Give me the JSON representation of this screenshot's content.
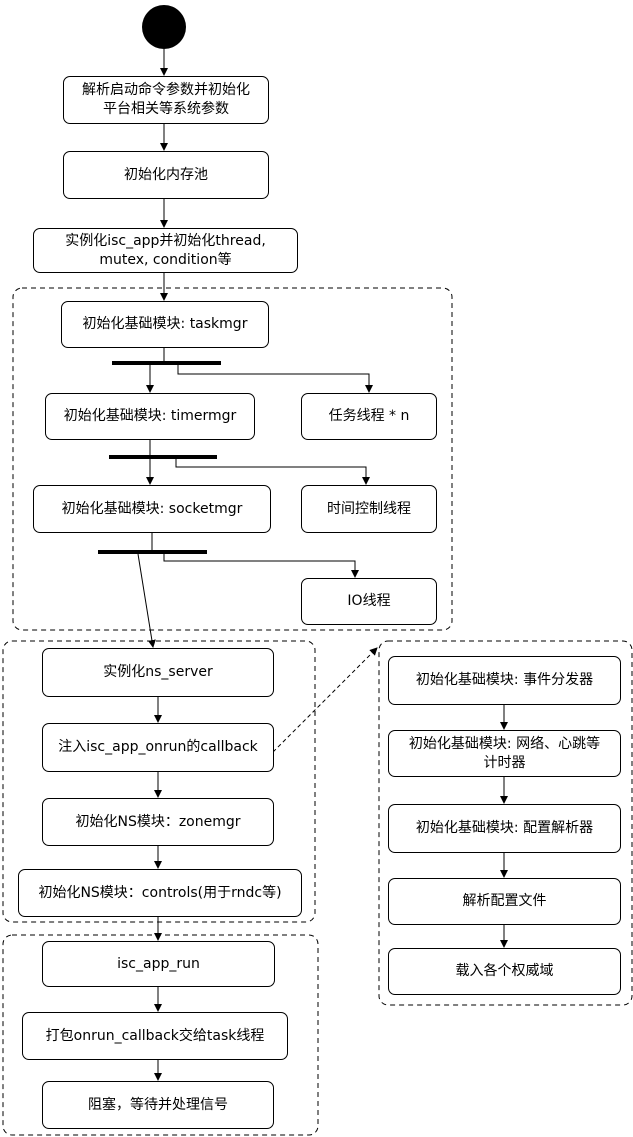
{
  "nodes": {
    "parse_args_line1": "解析启动命令参数并初始化",
    "parse_args_line2": "平台相关等系统参数",
    "init_mempool": "初始化内存池",
    "init_app_line1": "实例化isc_app并初始化thread,",
    "init_app_line2": "mutex, condition等",
    "taskmgr": "初始化基础模块: taskmgr",
    "timermgr": "初始化基础模块: timermgr",
    "socketmgr": "初始化基础模块: socketmgr",
    "task_threads": "任务线程 * n",
    "timer_thread": "时间控制线程",
    "io_thread": "IO线程",
    "ns_server": "实例化ns_server",
    "inject_callback": "注入isc_app_onrun的callback",
    "zonemgr": "初始化NS模块：zonemgr",
    "controls": "初始化NS模块：controls(用于rndc等)",
    "app_run": "isc_app_run",
    "pack_callback": "打包onrun_callback交给task线程",
    "block_wait": "阻塞，等待并处理信号",
    "event_dispatcher": "初始化基础模块: 事件分发器",
    "net_heartbeat_line1": "初始化基础模块: 网络、心跳等",
    "net_heartbeat_line2": "计时器",
    "config_parser": "初始化基础模块: 配置解析器",
    "parse_config": "解析配置文件",
    "load_zones": "载入各个权威域"
  },
  "colors": {
    "stroke": "#000000",
    "fill": "#ffffff"
  }
}
